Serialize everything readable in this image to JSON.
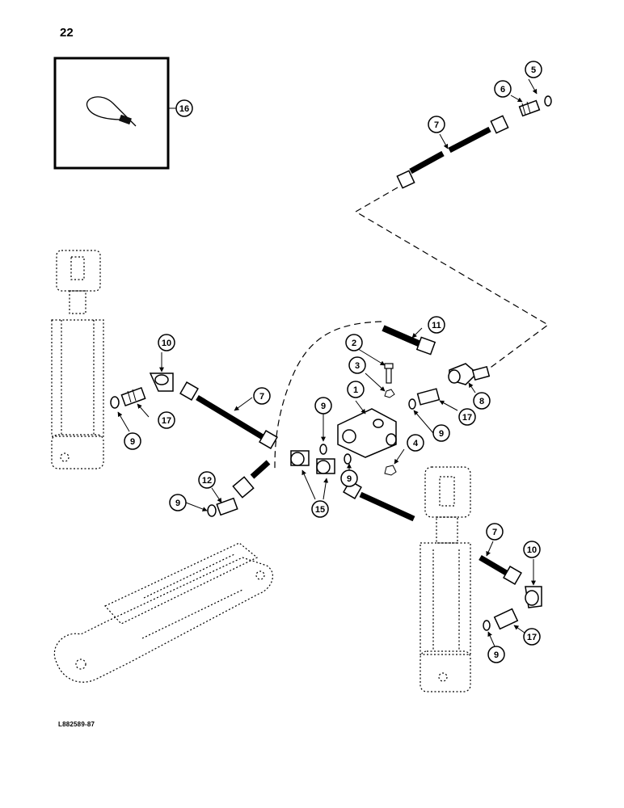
{
  "page_number": "22",
  "figure_code": "L882589-87",
  "callouts": {
    "c1": "1",
    "c2": "2",
    "c3": "3",
    "c4": "4",
    "c5": "5",
    "c6": "6",
    "c7a": "7",
    "c7b": "7",
    "c7c": "7",
    "c8": "8",
    "c9a": "9",
    "c9b": "9",
    "c9c": "9",
    "c9d": "9",
    "c9e": "9",
    "c9f": "9",
    "c10a": "10",
    "c10b": "10",
    "c11": "11",
    "c12": "12",
    "c15": "15",
    "c16": "16",
    "c17a": "17",
    "c17b": "17",
    "c17c": "17"
  }
}
